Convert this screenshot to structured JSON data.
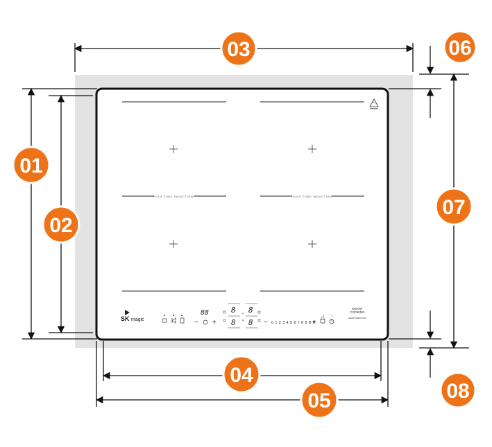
{
  "colors": {
    "badge": "#EE7318",
    "frame_bg": "#E3E3E3",
    "glass_border": "#111111",
    "line": "#111111"
  },
  "dimension_labels": {
    "d01": "01",
    "d02": "02",
    "d03": "03",
    "d04": "04",
    "d05": "05",
    "d06": "06",
    "d07": "07",
    "d08": "08"
  },
  "cooktop": {
    "zone_label_left": "FLEX ZONE INDUCTION",
    "zone_label_right": "FLEX ZONE INDUCTION",
    "brand_sk": "SK",
    "brand_magic": "magic",
    "timer_display": "88",
    "minus": "−",
    "plus": "+",
    "digit": "8",
    "power_scale": "0 1 2 3 4 5 6 7 8 9 B P",
    "smart_line1": "SMART",
    "smart_line2": "COOKING",
    "smart_sub": "SMART INDUCTION"
  }
}
